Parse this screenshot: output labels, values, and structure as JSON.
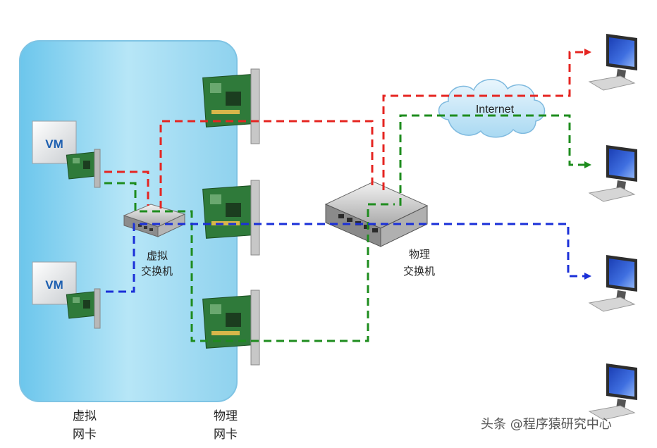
{
  "vm_label": "VM",
  "cloud_label": "Internet",
  "virtual_switch_label": [
    "虚拟",
    "交换机"
  ],
  "physical_switch_label": [
    "物理",
    "交换机"
  ],
  "virtual_nic_label": [
    "虚拟",
    "网卡"
  ],
  "physical_nic_label": [
    "物理",
    "网卡"
  ],
  "watermark": "头条 @程序猿研究中心",
  "colors": {
    "red": "#e52521",
    "green": "#1e8c1e",
    "blue": "#1a2fd8",
    "host_fill": "#9fd9f2",
    "pcb": "#2f7a3a"
  }
}
